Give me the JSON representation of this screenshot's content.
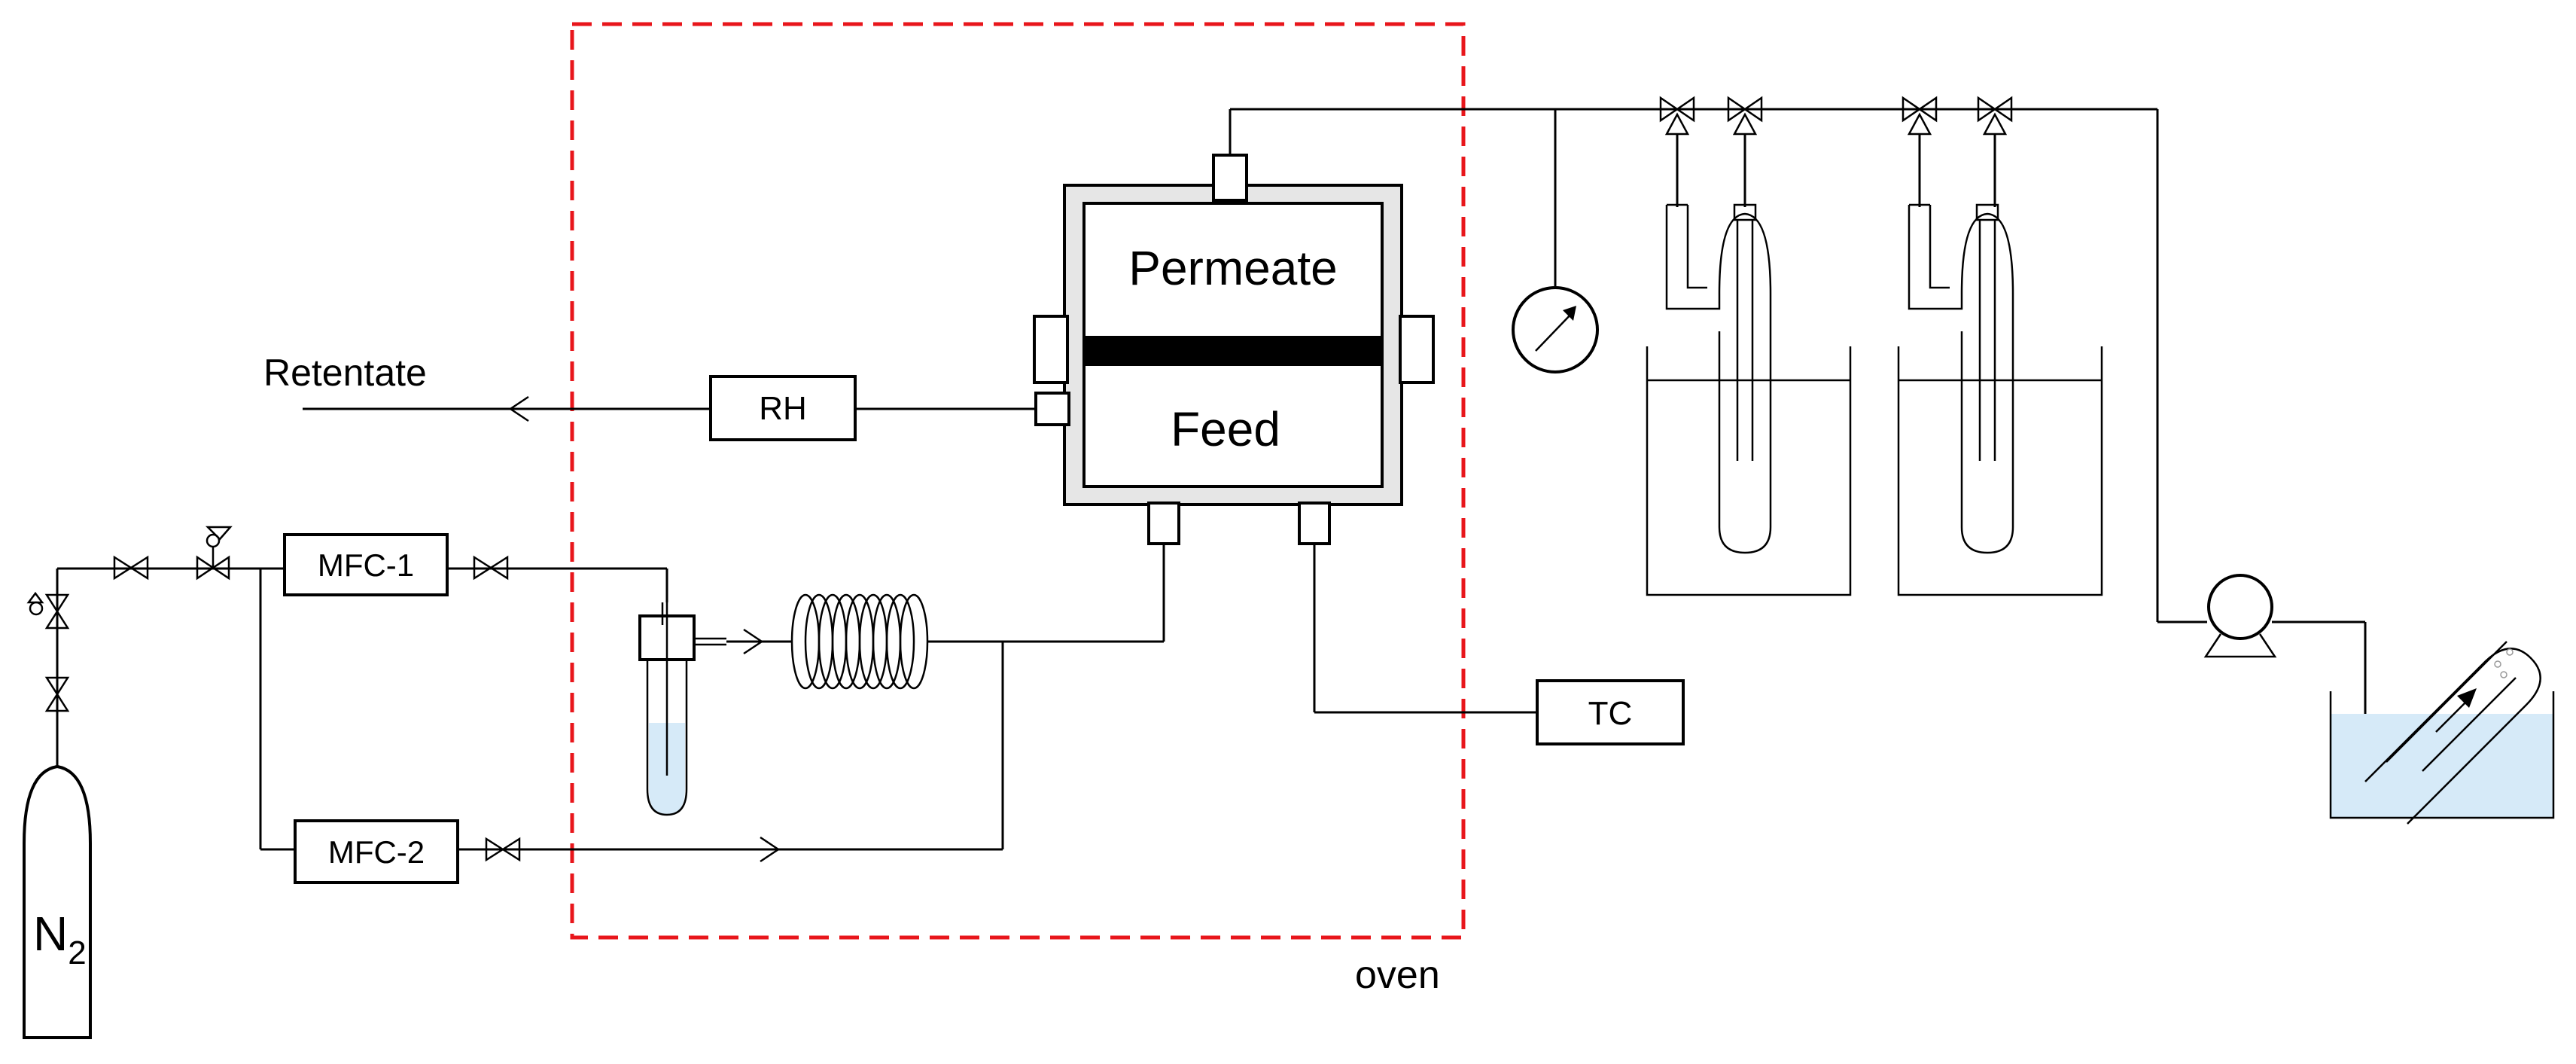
{
  "labels": {
    "retentate": "Retentate",
    "rh": "RH",
    "permeate": "Permeate",
    "feed": "Feed",
    "mfc1": "MFC-1",
    "mfc2": "MFC-2",
    "tc": "TC",
    "oven": "oven",
    "n2_base": "N",
    "n2_sub": "2"
  },
  "colors": {
    "oven_border": "#e8161b",
    "liquid": "#d6eaf8",
    "membrane": "#000000",
    "cell_jacket": "#e6e6e6",
    "line": "#000000"
  },
  "components": [
    "n2-cylinder",
    "pressure-regulator",
    "shutoff-valve",
    "mfc-1",
    "mfc-2",
    "saturator",
    "preheat-coil",
    "membrane-cell",
    "rh-sensor",
    "thermocouple",
    "pressure-gauge",
    "cold-traps",
    "vacuum-pump",
    "collection-bath"
  ]
}
